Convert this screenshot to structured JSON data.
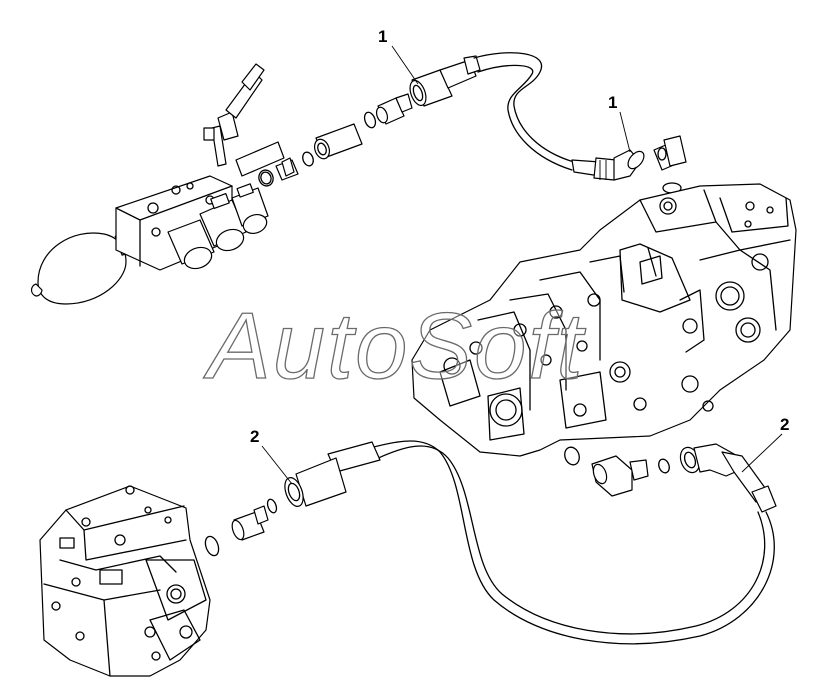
{
  "watermark": {
    "text": "AutoSoft"
  },
  "callouts": [
    {
      "id": "callout-1-upper-left",
      "label": "1"
    },
    {
      "id": "callout-1-upper-right",
      "label": "1"
    },
    {
      "id": "callout-2-lower-left",
      "label": "2"
    },
    {
      "id": "callout-2-lower-right",
      "label": "2"
    }
  ],
  "components": {
    "hose_1": "hose-assembly-1",
    "hose_2": "hose-assembly-2",
    "valve_block": "control-valve-block",
    "accumulator_manifold": "accumulator-manifold",
    "pump": "hydraulic-pump"
  }
}
